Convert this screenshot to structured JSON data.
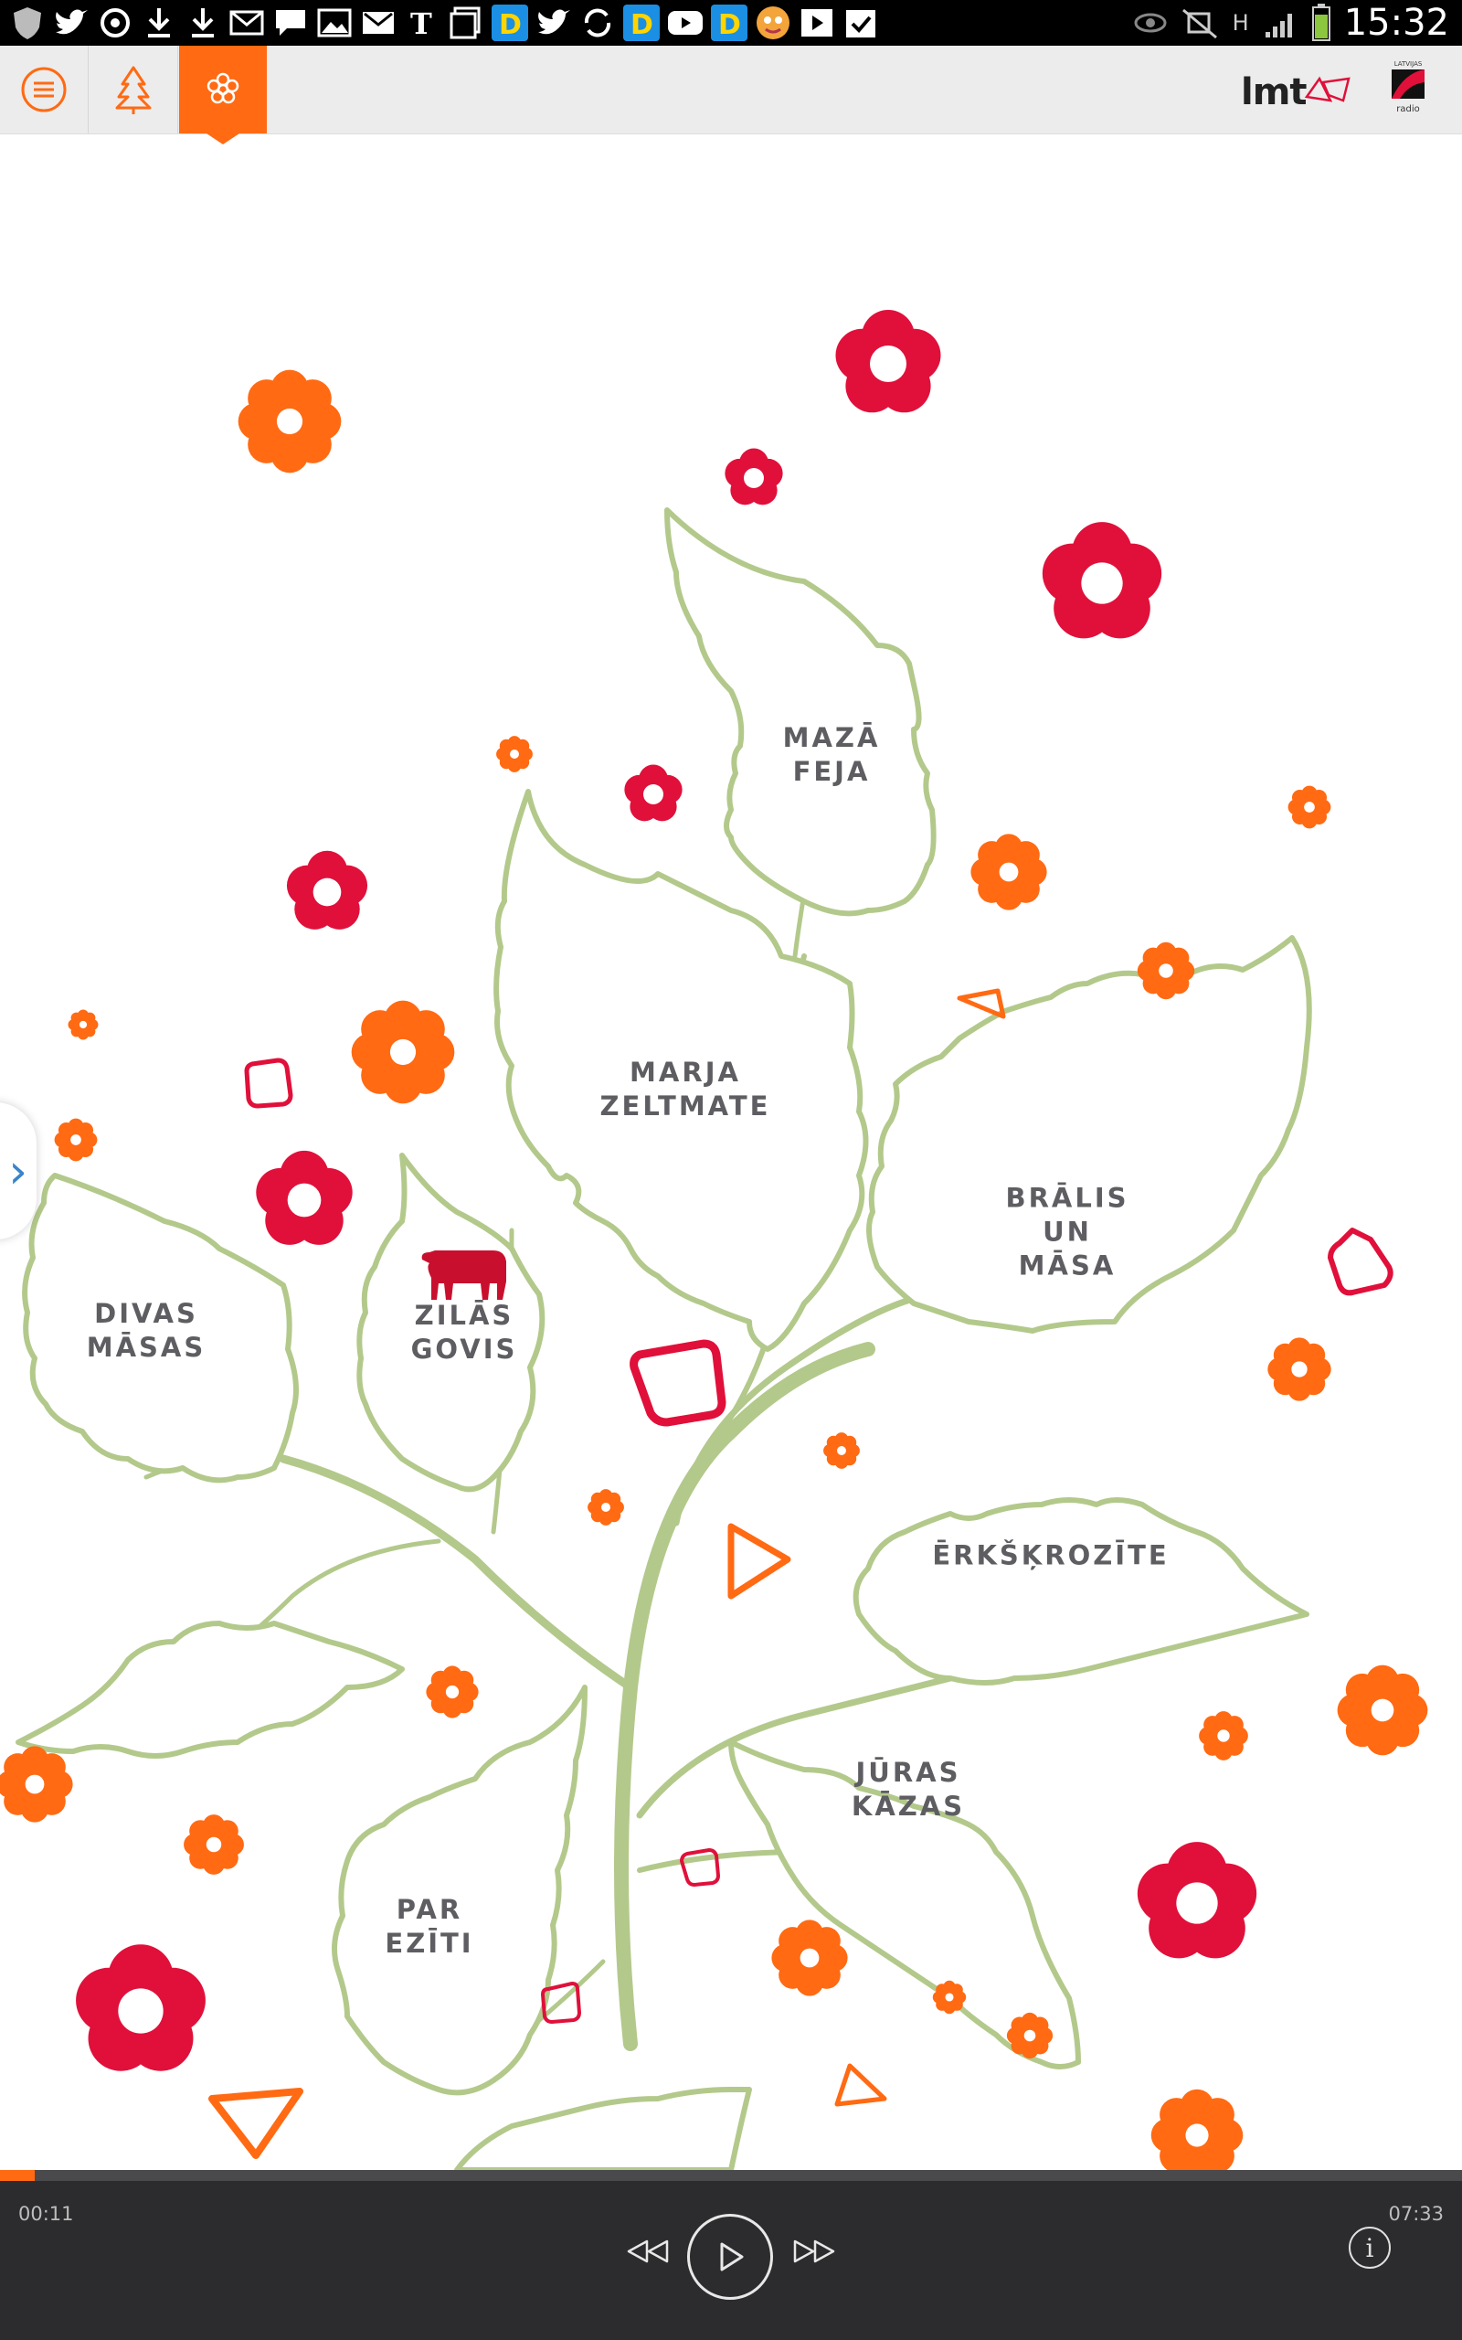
{
  "status_bar": {
    "time": "15:32",
    "network": "H",
    "notification_icons": [
      "shield-icon",
      "twitter-icon",
      "settings-icon",
      "download-icon",
      "download-icon",
      "mail-icon",
      "chat-icon",
      "gallery-icon",
      "gmail-icon",
      "nyt-icon",
      "calendar-icon",
      "dropbox-icon",
      "twitter-icon",
      "sync-icon",
      "dropbox-icon",
      "youtube-icon",
      "dropbox-icon",
      "game-icon",
      "play-icon",
      "task-icon"
    ]
  },
  "toolbar": {
    "menu_icon": "menu-icon",
    "tree_icon": "tree-icon",
    "flower_icon": "flower-icon",
    "active_tab": "flower",
    "brand_lmt": "lmt",
    "brand_radio_small": "LATVIJAS",
    "brand_radio_label": "radio"
  },
  "colors": {
    "accent": "#ff6a13",
    "red": "#e0103a",
    "leaf_outline": "#b3c98b",
    "text": "#5e5e62",
    "player_bg": "#2c2c2e"
  },
  "stories": [
    {
      "id": "maza-feja",
      "lines": [
        "MAZĀ",
        "FEJA"
      ]
    },
    {
      "id": "marja-zeltmate",
      "lines": [
        "MARJA",
        "ZELTMATE"
      ]
    },
    {
      "id": "bralis-un-masa",
      "lines": [
        "BRĀLIS",
        "UN",
        "MĀSA"
      ]
    },
    {
      "id": "divas-masas",
      "lines": [
        "DIVAS",
        "MĀSAS"
      ]
    },
    {
      "id": "zilas-govis",
      "lines": [
        "ZILĀS",
        "GOVIS"
      ]
    },
    {
      "id": "erkskrozite",
      "lines": [
        "ĒRKŠĶROZĪTE"
      ]
    },
    {
      "id": "juras-kazas",
      "lines": [
        "JŪRAS",
        "KĀZAS"
      ]
    },
    {
      "id": "par-eziti",
      "lines": [
        "PAR",
        "EZĪTI"
      ]
    }
  ],
  "player": {
    "elapsed": "00:11",
    "total": "07:33",
    "progress": 0.024,
    "rewind_icon": "rewind-icon",
    "play_icon": "play-icon",
    "forward_icon": "fast-forward-icon",
    "info_icon": "info-icon",
    "info_glyph": "i"
  }
}
